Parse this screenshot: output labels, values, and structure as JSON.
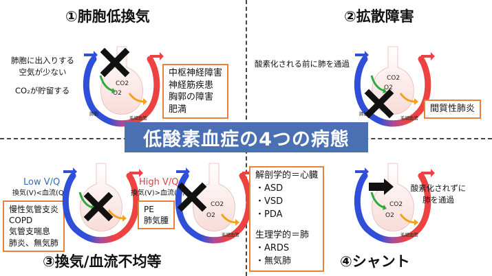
{
  "title": "低酸素血症の4つの病態",
  "colors": {
    "accent_orange": "#e8823a",
    "title_bg": "#4a6fb3",
    "artery_red": "#ee4242",
    "vein_blue": "#2f4fd8",
    "alveolus_pink": "#f8dcd8",
    "arrow_green": "#2faa3a",
    "arrow_orange": "#f2a21a"
  },
  "q1": {
    "title": "①肺胞低換気",
    "desc_line1": "肺胞に出入りする",
    "desc_line2": "空気が少ない",
    "co2_note": "CO₂が貯留する",
    "causes": [
      "中枢神経障害",
      "神経筋疾患",
      "胸郭の障害",
      "肥満"
    ]
  },
  "q2": {
    "title": "②拡散障害",
    "desc": "酸素化される前に肺を通過",
    "causes": [
      "間質性肺炎"
    ]
  },
  "q3": {
    "title": "③換気/血流不均等",
    "low_title": "Low V/Q",
    "low_sub": "換気(V)<血流(Q)",
    "low_causes": [
      "慢性気管支炎",
      "COPD",
      "気管支喘息",
      "肺炎、無気肺"
    ],
    "high_title": "High V/Q",
    "high_sub": "換気(V)>血流(Q)",
    "high_causes": [
      "PE",
      "肺気腫"
    ]
  },
  "q4": {
    "title": "④シャント",
    "desc_line1": "酸素化されずに",
    "desc_line2": "肺を通過",
    "anat_label": "解剖学的＝心臓",
    "anat_items": [
      "・ASD",
      "・VSD",
      "・PDA"
    ],
    "phys_label": "生理学的＝肺",
    "phys_items": [
      "・ARDS",
      "・無気肺"
    ]
  },
  "diagram_labels": {
    "co2": "CO2",
    "o2": "O2",
    "alveolus": "肺胞",
    "capillary": "毛細血管"
  }
}
